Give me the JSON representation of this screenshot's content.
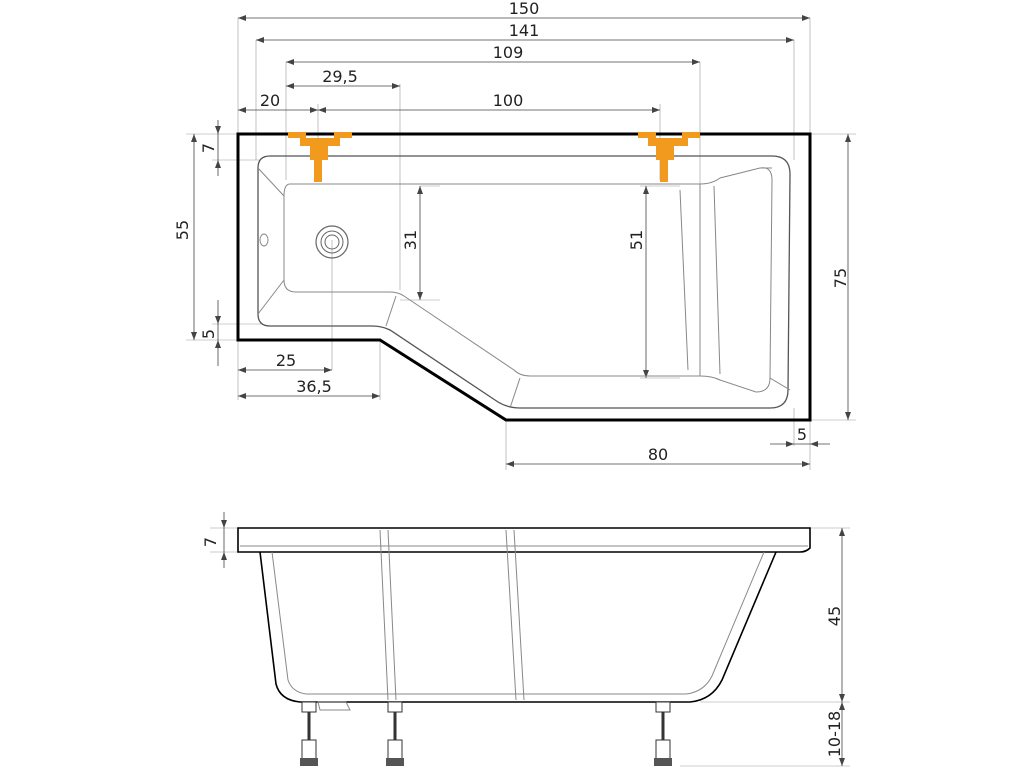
{
  "top_view": {
    "dimensions": {
      "overall_length": "150",
      "rim_length": "141",
      "inner_span": "109",
      "drain_offset": "29,5",
      "left_offset": "20",
      "tap_spacing": "100",
      "rim_depth": "7",
      "narrow_width": "55",
      "bottom_rim": "5",
      "inner_narrow_width": "31",
      "inner_wide_width": "51",
      "overall_width": "75",
      "drain_center": "25",
      "narrow_section_length": "36,5",
      "wide_section_length": "80",
      "right_rim": "5"
    },
    "fitting_color": "#F29A1E"
  },
  "side_view": {
    "dimensions": {
      "rim_thickness": "7",
      "tub_depth": "45",
      "leg_height": "10-18"
    }
  }
}
